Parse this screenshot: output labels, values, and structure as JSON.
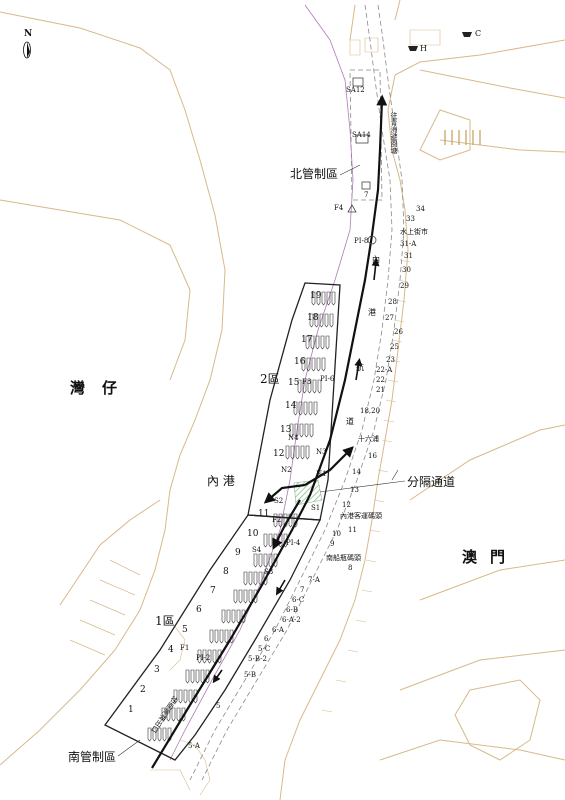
{
  "north": {
    "letter": "N"
  },
  "colors": {
    "coast": "#d8b98a",
    "boundary": "#222222",
    "route": "#111111",
    "pink": "#b07ab8",
    "dash": "#8a8a8a",
    "zone_hatch": "#88bb88"
  },
  "areas": {
    "wan_zai": [
      "灣",
      "仔"
    ],
    "macau": [
      "澳",
      "門"
    ],
    "inner_harbour": "內 港"
  },
  "zones": {
    "zone1": "1區",
    "zone2": "2區",
    "north_control": "北管制區",
    "south_control": "南管制區",
    "separation_channel": "分隔通道"
  },
  "route_labels": {
    "to_qingzhou": "往青洲避風塘",
    "to_nanwan": "往南灣湖出口",
    "inner": "內",
    "harbour": "港",
    "navi": "航",
    "channel": "道"
  },
  "zone1_berths": [
    "1",
    "2",
    "3",
    "4",
    "5",
    "6",
    "7",
    "8",
    "9",
    "10"
  ],
  "zone2_berths": [
    "11",
    "12",
    "13",
    "14",
    "15",
    "16",
    "17",
    "18",
    "19"
  ],
  "east_piers": [
    "34",
    "33",
    "水上街市",
    "31-A",
    "31",
    "30",
    "29",
    "28",
    "27",
    "26",
    "25",
    "23",
    "22-A",
    "22",
    "21",
    "18,20",
    "十六浦",
    "16",
    "14",
    "13",
    "12",
    "內港客運碼頭",
    "11",
    "10",
    "9",
    "8",
    "南船瓶碼頭",
    "7-A",
    "7",
    "6-C",
    "6-B",
    "6-A-2",
    "6-A",
    "6",
    "5-C",
    "5-B-2",
    "5-B",
    "5",
    "5-A"
  ],
  "markers": [
    "SA12",
    "SA14",
    "F4",
    "PI-8",
    "PI-6",
    "F3",
    "N4",
    "N3",
    "N2",
    "N1",
    "S2",
    "S1",
    "F2",
    "PI-4",
    "S4",
    "S3",
    "F1",
    "PI-2"
  ],
  "buoys": [
    "H",
    "C"
  ],
  "berth7": "7"
}
